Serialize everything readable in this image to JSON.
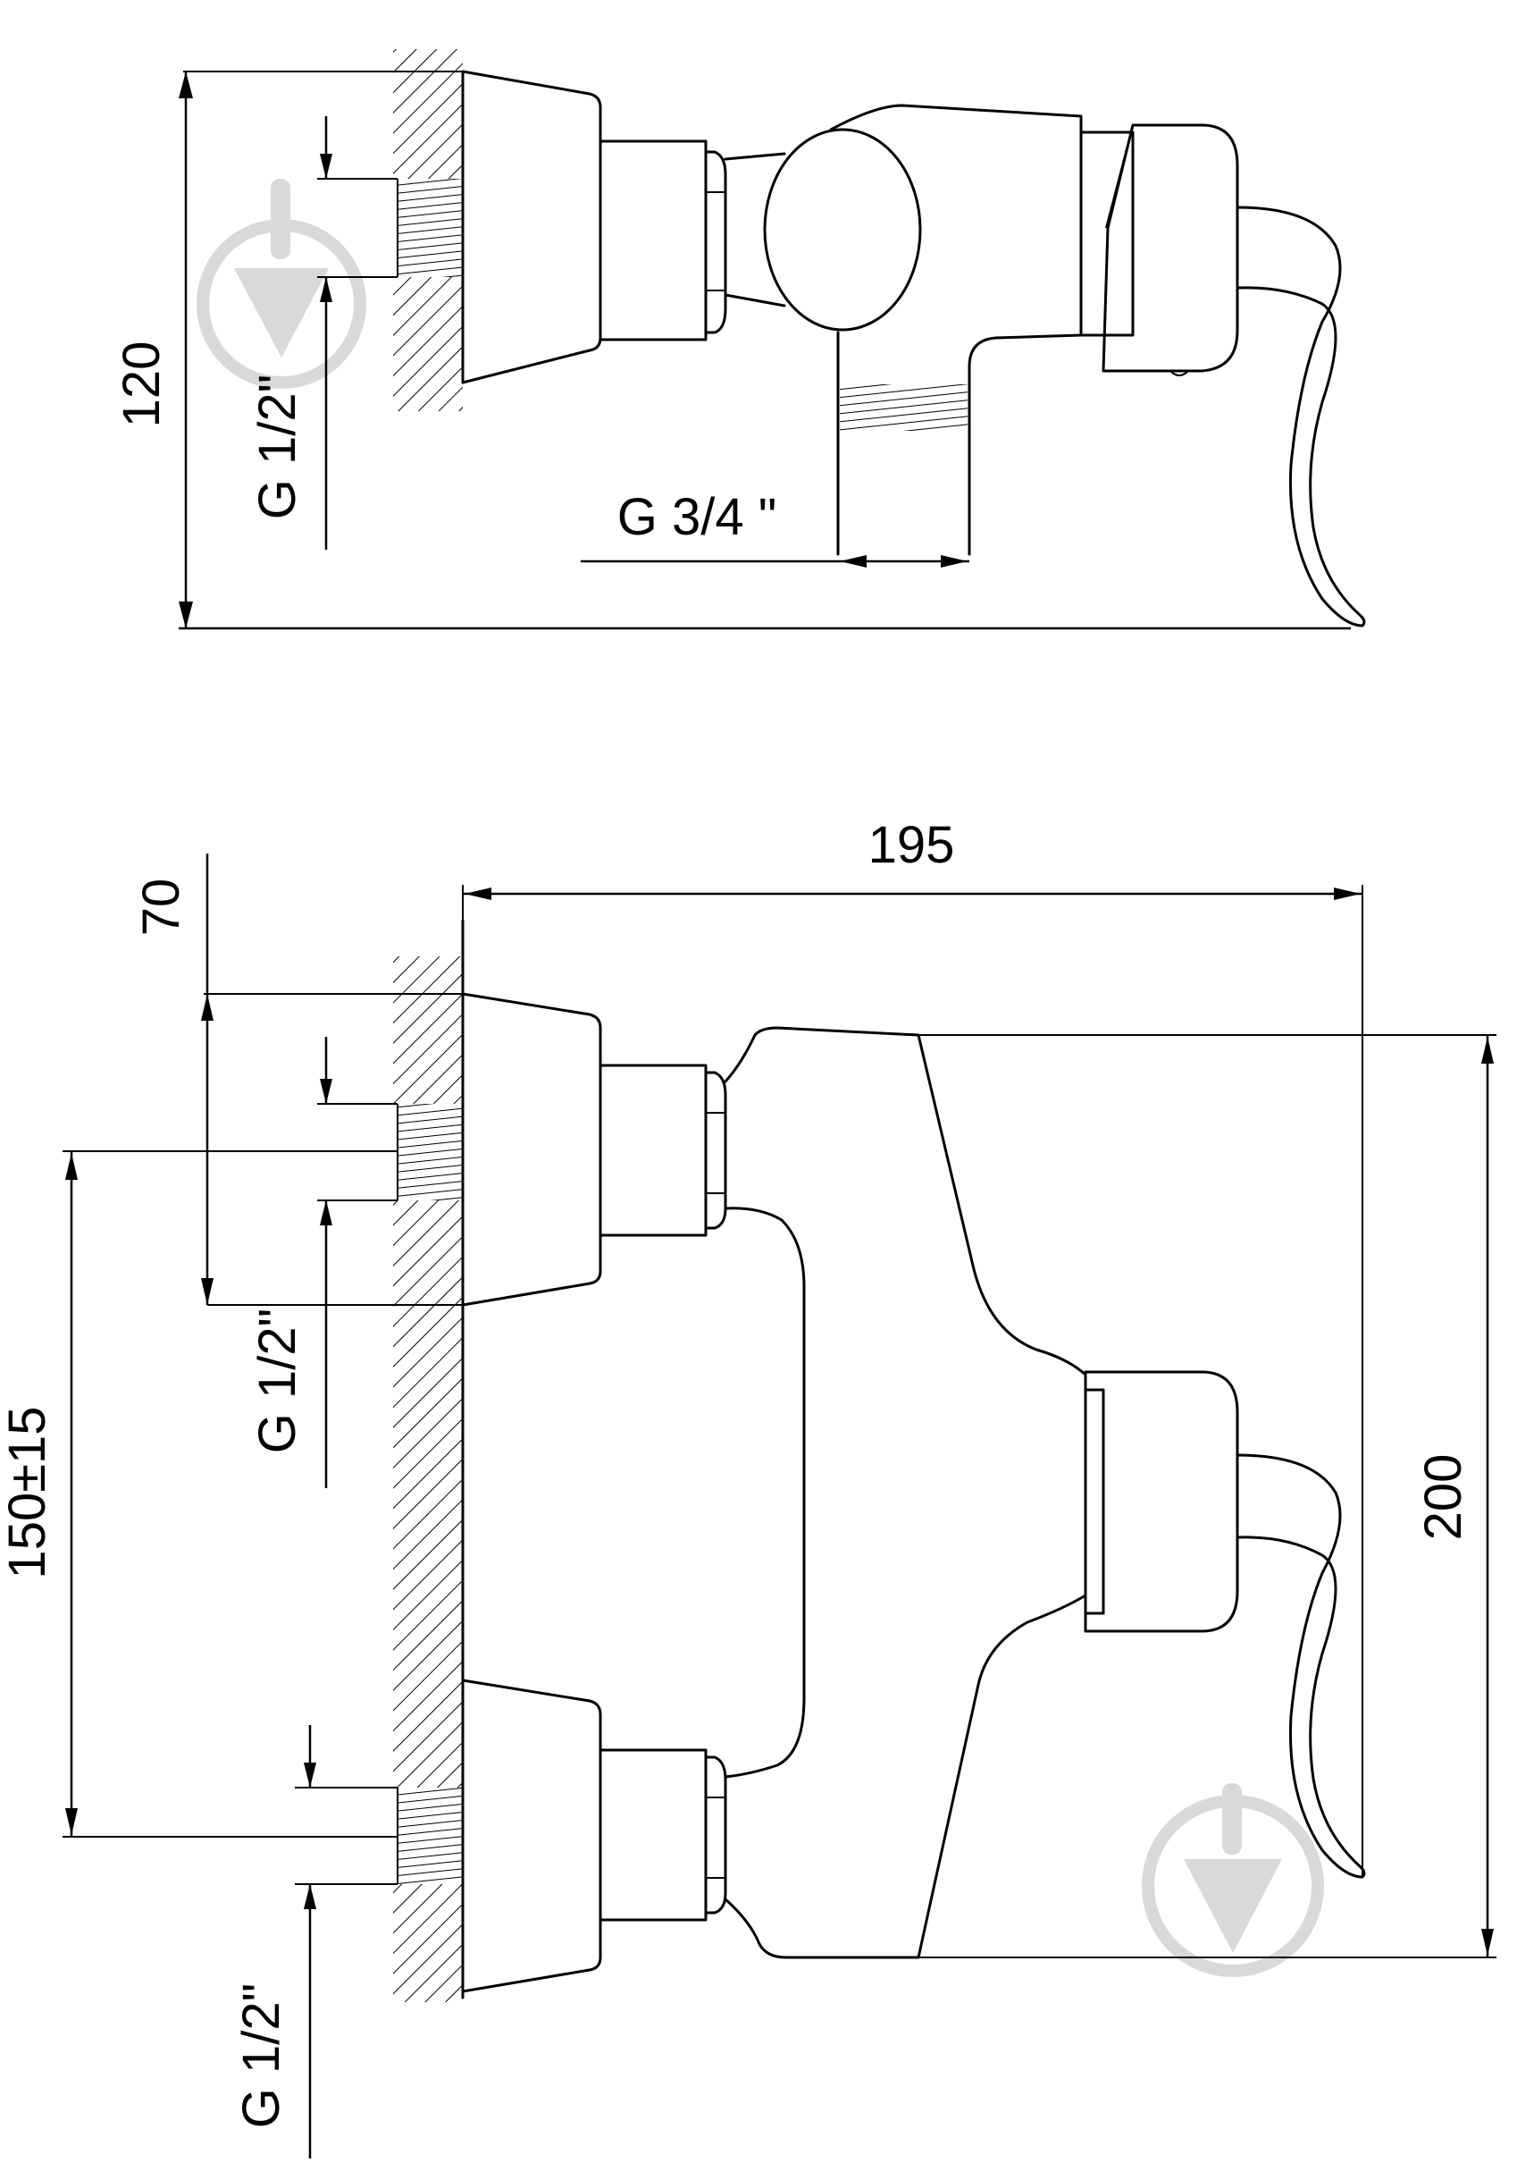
{
  "dimensions": {
    "side_height": "120",
    "side_inlet_thread": "G 1/2\"",
    "side_outlet_thread": "G 3/4 \"",
    "front_width": "195",
    "front_offset": "70",
    "front_spacing": "150±15",
    "front_height": "200",
    "front_upper_thread": "G 1/2\"",
    "front_lower_thread": "G 1/2\""
  },
  "colors": {
    "line": "#000000",
    "watermark": "#d9d9d9",
    "background": "#ffffff"
  },
  "icons": [
    "droplet-watermark-icon"
  ]
}
